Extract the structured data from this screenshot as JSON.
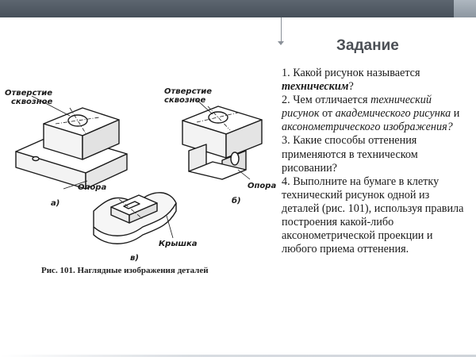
{
  "slide": {
    "title": "Задание",
    "caption": "Рис. 101. Наглядные изображения деталей"
  },
  "figure": {
    "label_hole_a_line1": "Отверстие",
    "label_hole_a_line2": "сквозное",
    "label_hole_b_line1": "Отверстие",
    "label_hole_b_line2": "сквозное",
    "label_support_a": "Опора",
    "label_support_b": "Опора",
    "label_cover": "Крышка",
    "mark_a": "а)",
    "mark_b": "б)",
    "mark_c": "в)"
  },
  "task": {
    "q1_pre": "1. Какой рисунок называется ",
    "q1_em": "техническим",
    "q1_post": "?",
    "q2_pre": "2. Чем отличается ",
    "q2_em1": "технический рисунок",
    "q2_mid": " от ",
    "q2_em2": "академического рисунка",
    "q2_and": " и ",
    "q2_em3": "аксонометрического изображения?",
    "q3": "3. Какие способы оттенения применяются в техническом рисовании?",
    "q4": "4. Выполните на бумаге в клетку технический рисунок одной из деталей (рис. 101), используя правила построения какой-либо аксонометрической проекции и любого приема оттенения."
  }
}
